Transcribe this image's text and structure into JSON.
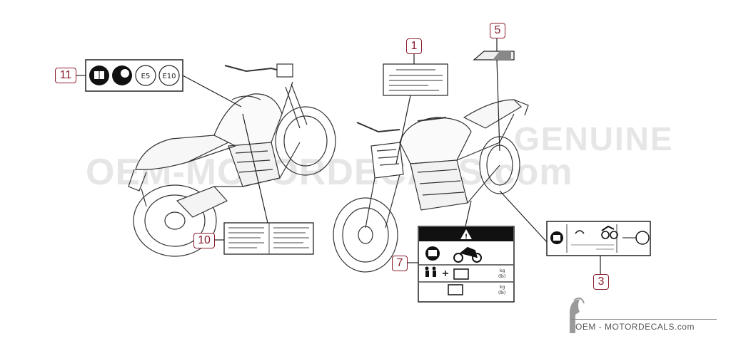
{
  "callouts": [
    {
      "id": "callout-1",
      "label": "1"
    },
    {
      "id": "callout-3",
      "label": "3"
    },
    {
      "id": "callout-5",
      "label": "5"
    },
    {
      "id": "callout-7",
      "label": "7"
    },
    {
      "id": "callout-10",
      "label": "10"
    },
    {
      "id": "callout-11",
      "label": "11"
    }
  ],
  "fuel_label": {
    "badge_e5": "E5",
    "badge_e10": "E10"
  },
  "warning_label": {
    "warning_symbol": "!",
    "row1_unit_kg": "kg",
    "row1_unit_lb": "(lb)",
    "row2_unit_kg": "kg",
    "row2_unit_lb": "(lb)"
  },
  "watermark": {
    "line1": "GENUINE",
    "line2": "OEM-MOTORDECALS.com"
  },
  "footer": {
    "text": "OEM - MOTORDECALS.com"
  },
  "colors": {
    "callout": "#8b1c2b",
    "line": "#222222",
    "watermark": "#e6e6e6"
  }
}
